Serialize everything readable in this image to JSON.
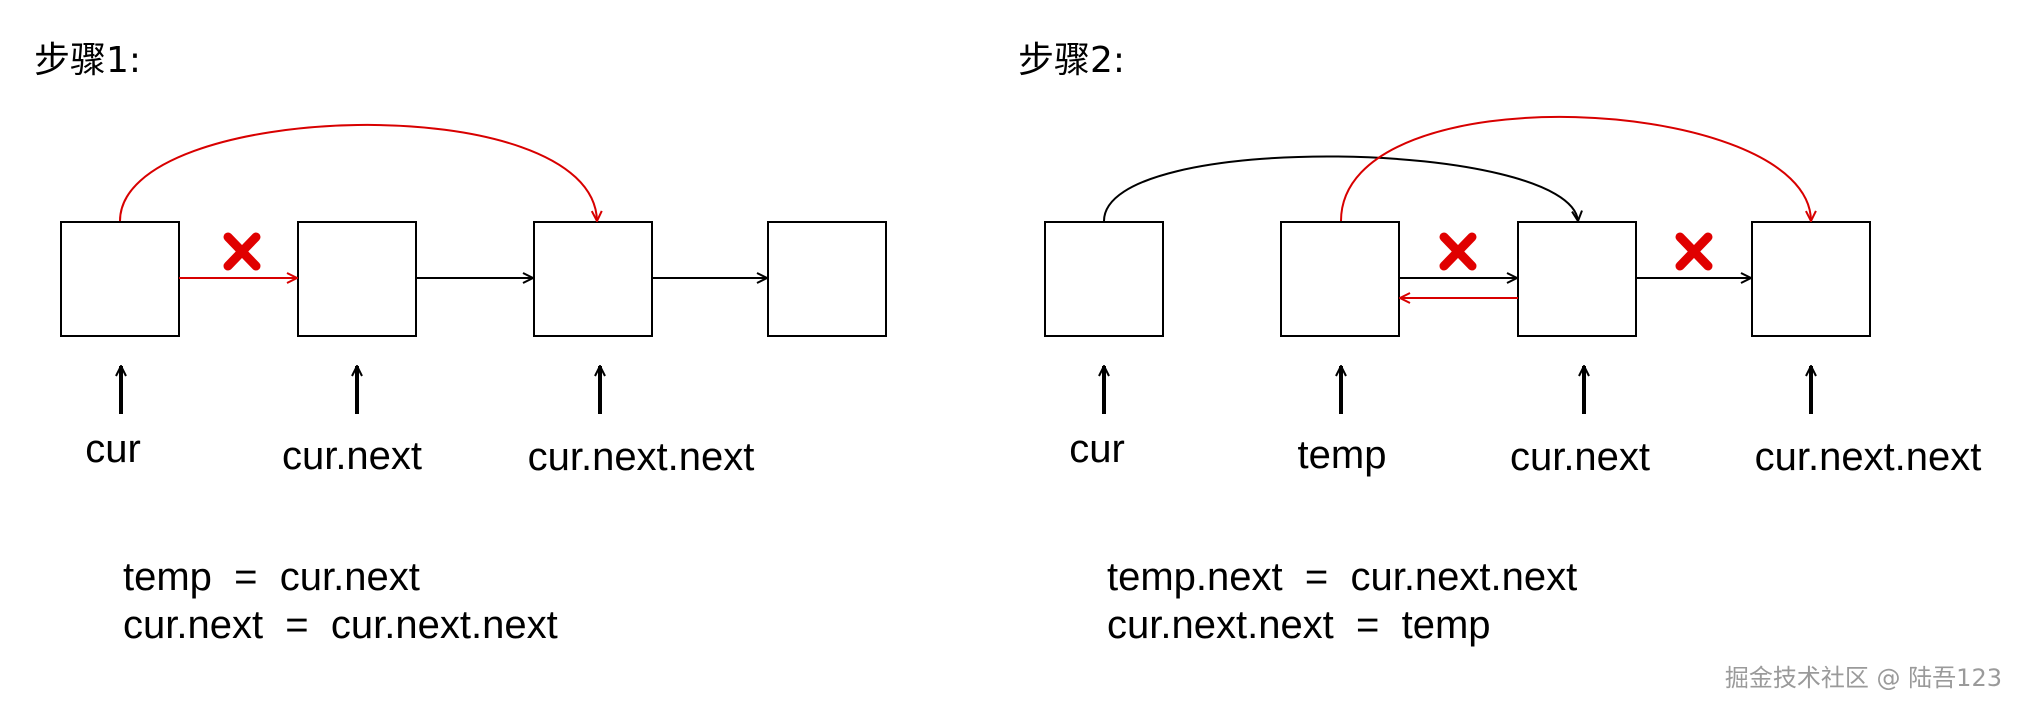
{
  "steps": [
    {
      "title": "步骤1:",
      "pointers": [
        "cur",
        "cur.next",
        "cur.next.next"
      ],
      "code": [
        "temp  =  cur.next",
        "cur.next  =  cur.next.next"
      ]
    },
    {
      "title": "步骤2:",
      "pointers": [
        "cur",
        "temp",
        "cur.next",
        "cur.next.next"
      ],
      "code": [
        "temp.next  =  cur.next.next",
        "cur.next.next  =  temp"
      ]
    }
  ],
  "watermark": "掘金技术社区 @ 陆吾123",
  "colors": {
    "new_link": "#d80000",
    "cut_mark": "#e00000",
    "existing_link": "#000000"
  }
}
